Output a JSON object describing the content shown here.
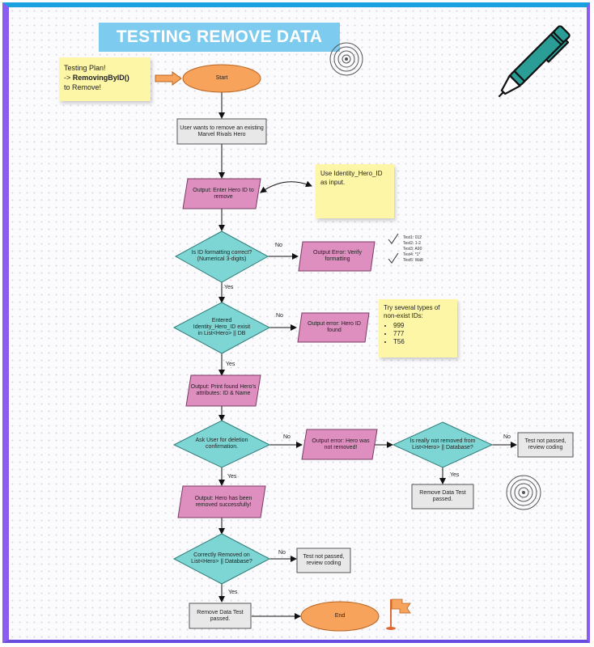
{
  "title": "TESTING REMOVE DATA",
  "plan_note": {
    "line1": "Testing Plan!",
    "line2_prefix": "-> ",
    "line2_bold": "RemovingByID()",
    "line3": "to Remove!"
  },
  "identity_note": "Use Identity_Hero_ID as input.",
  "ids_note": {
    "intro": "Try several types of non-exist IDs:",
    "items": [
      "999",
      "777",
      "T56"
    ]
  },
  "tests": [
    "Test1: 012",
    "Test2: 1-2",
    "Test3: A90",
    "Test4: *1*",
    "Test5: Wa8"
  ],
  "nodes": {
    "start": "Start",
    "user_wants": "User wants to remove an existing Marvel Rivals Hero",
    "enter_id": "Output: Enter Hero ID to remove",
    "format_check": "Is ID formatting correct? (Numerical 3-digits)",
    "error_format": "Output Error: Verify formatting",
    "exists_check": "Entered Identity_Hero_ID exisit in List<Hero> || DB",
    "error_found": "Output error: Hero ID found",
    "print_found": "Output: Print found Hero's attributes: ID & Name",
    "ask_confirm": "Ask User for deletion confirmation.",
    "error_not_removed": "Output error: Hero was not removed!",
    "really_not_removed": "Is really not removed from List<Hero> || Database?",
    "test_not_passed_1": "Test not passed, review coding",
    "remove_passed_1": "Remove Data Test passed.",
    "removed_success": "Output: Hero has been removed successfully!",
    "correctly_removed": "Correctly Removed on List<Hero> || Database?",
    "test_not_passed_2": "Test not passed, review coding",
    "remove_passed_2": "Remove Data Test passed.",
    "end": "End"
  },
  "edge_labels": {
    "no1": "No",
    "yes1": "Yes",
    "no2": "No",
    "yes2": "Yes",
    "no3": "No",
    "no4": "No",
    "yes4": "Yes",
    "yes3": "Yes",
    "no5": "No",
    "yes5": "Yes"
  },
  "colors": {
    "process": "#e8e8e8",
    "io": "#de8fc0",
    "decision": "#7ed6d4",
    "terminal": "#f7a35c",
    "note": "#fdf6a6",
    "title_bg": "#7ecbf0"
  },
  "icons": [
    "pen-icon",
    "target-icon",
    "flag-icon",
    "checkmark-icon"
  ]
}
